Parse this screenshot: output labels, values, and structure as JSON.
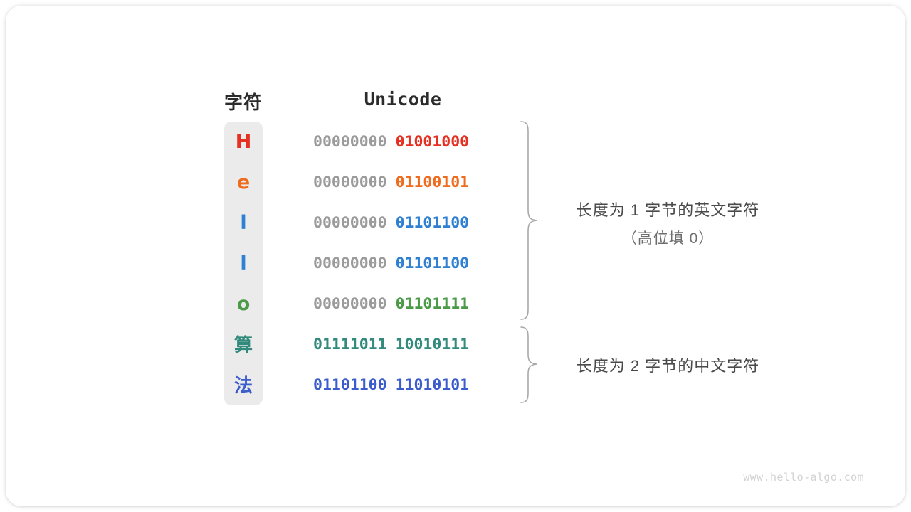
{
  "figure": {
    "headers": {
      "character": "字符",
      "encoding": "Unicode"
    },
    "rows": [
      {
        "char": "H",
        "char_color": "#e53022",
        "high_byte": "00000000",
        "low_byte": "01001000",
        "code_color": "#e53022",
        "script": "latin"
      },
      {
        "char": "e",
        "char_color": "#ef6c1f",
        "high_byte": "00000000",
        "low_byte": "01100101",
        "code_color": "#ef6c1f",
        "script": "latin"
      },
      {
        "char": "l",
        "char_color": "#2f80d2",
        "high_byte": "00000000",
        "low_byte": "01101100",
        "code_color": "#2f80d2",
        "script": "latin"
      },
      {
        "char": "l",
        "char_color": "#2f80d2",
        "high_byte": "00000000",
        "low_byte": "01101100",
        "code_color": "#2f80d2",
        "script": "latin"
      },
      {
        "char": "o",
        "char_color": "#4a9a47",
        "high_byte": "00000000",
        "low_byte": "01101111",
        "code_color": "#4a9a47",
        "script": "latin"
      },
      {
        "char": "算",
        "char_color": "#318a7b",
        "high_byte": "01111011",
        "low_byte": "10010111",
        "code_color": "#318a7b",
        "script": "han"
      },
      {
        "char": "法",
        "char_color": "#3a5ccc",
        "high_byte": "01101100",
        "low_byte": "11010101",
        "code_color": "#3a5ccc",
        "script": "han"
      }
    ],
    "annotations": [
      {
        "line1": "长度为 1 字节的英文字符",
        "line2": "（高位填 0）"
      },
      {
        "line1": "长度为 2 字节的中文字符",
        "line2": ""
      }
    ],
    "watermark": "www.hello-algo.com",
    "colors": {
      "high_byte_grey": "#9b9b9b",
      "column_background": "#ebebeb",
      "brace_stroke": "#a8a8a8",
      "annotation_text": "#4a4a4a",
      "header_text": "#2b2b2b"
    }
  }
}
